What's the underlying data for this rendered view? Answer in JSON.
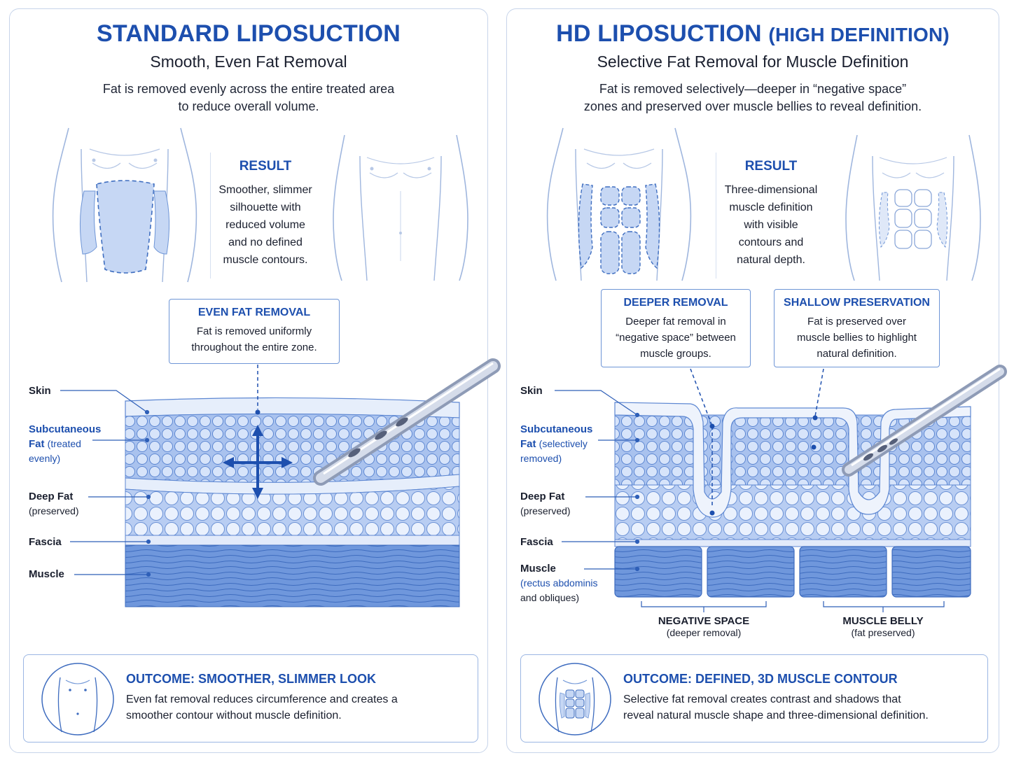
{
  "left": {
    "title": "STANDARD LIPOSUCTION",
    "subtitle": "Smooth, Even Fat Removal",
    "description": [
      "Fat is removed evenly across the entire treated area",
      "to reduce overall volume."
    ],
    "result": {
      "heading": "RESULT",
      "lines": [
        "Smoother, slimmer",
        "silhouette with",
        "reduced volume",
        "and no defined",
        "muscle contours."
      ]
    },
    "callout": {
      "heading": "EVEN FAT REMOVAL",
      "lines": [
        "Fat is removed uniformly",
        "throughout the entire zone."
      ]
    },
    "labels": {
      "skin": "Skin",
      "subq_a": "Subcutaneous",
      "subq_b": "Fat",
      "subq_c": "(treated",
      "subq_d": "evenly)",
      "deep_a": "Deep Fat",
      "deep_b": "(preserved)",
      "fascia": "Fascia",
      "muscle": "Muscle"
    },
    "outcome": {
      "heading": "OUTCOME: SMOOTHER, SLIMMER LOOK",
      "lines": [
        "Even fat removal reduces circumference and creates a",
        "smoother contour without muscle definition."
      ]
    }
  },
  "right": {
    "title": "HD LIPOSUCTION",
    "title_suffix": "(HIGH DEFINITION)",
    "subtitle": "Selective Fat Removal for Muscle Definition",
    "description": [
      "Fat is removed selectively—deeper in “negative space”",
      "zones and preserved over muscle bellies to reveal definition."
    ],
    "result": {
      "heading": "RESULT",
      "lines": [
        "Three-dimensional",
        "muscle definition",
        "with visible",
        "contours and",
        "natural depth."
      ]
    },
    "callout_deeper": {
      "heading": "DEEPER REMOVAL",
      "lines": [
        "Deeper fat removal in",
        "“negative space” between",
        "muscle groups."
      ]
    },
    "callout_shallow": {
      "heading": "SHALLOW PRESERVATION",
      "lines": [
        "Fat is preserved over",
        "muscle bellies to highlight",
        "natural definition."
      ]
    },
    "labels": {
      "skin": "Skin",
      "subq_a": "Subcutaneous",
      "subq_b": "Fat",
      "subq_c": "(selectively",
      "subq_d": "removed)",
      "deep_a": "Deep Fat",
      "deep_b": "(preserved)",
      "fascia": "Fascia",
      "muscle_a": "Muscle",
      "muscle_b": "(rectus abdominis",
      "muscle_c": "and obliques)"
    },
    "scale_labels": {
      "neg_a": "NEGATIVE SPACE",
      "neg_b": "(deeper removal)",
      "belly_a": "MUSCLE BELLY",
      "belly_b": "(fat preserved)"
    },
    "outcome": {
      "heading": "OUTCOME: DEFINED, 3D MUSCLE CONTOUR",
      "lines": [
        "Selective fat removal creates contrast and shadows that",
        "reveal natural muscle shape and three-dimensional definition."
      ]
    }
  },
  "colors": {
    "accent": "#1d4fae",
    "fat_fill": "#bcd0f2",
    "muscle_fill": "#5a86d6",
    "line": "#2e5fb8"
  }
}
